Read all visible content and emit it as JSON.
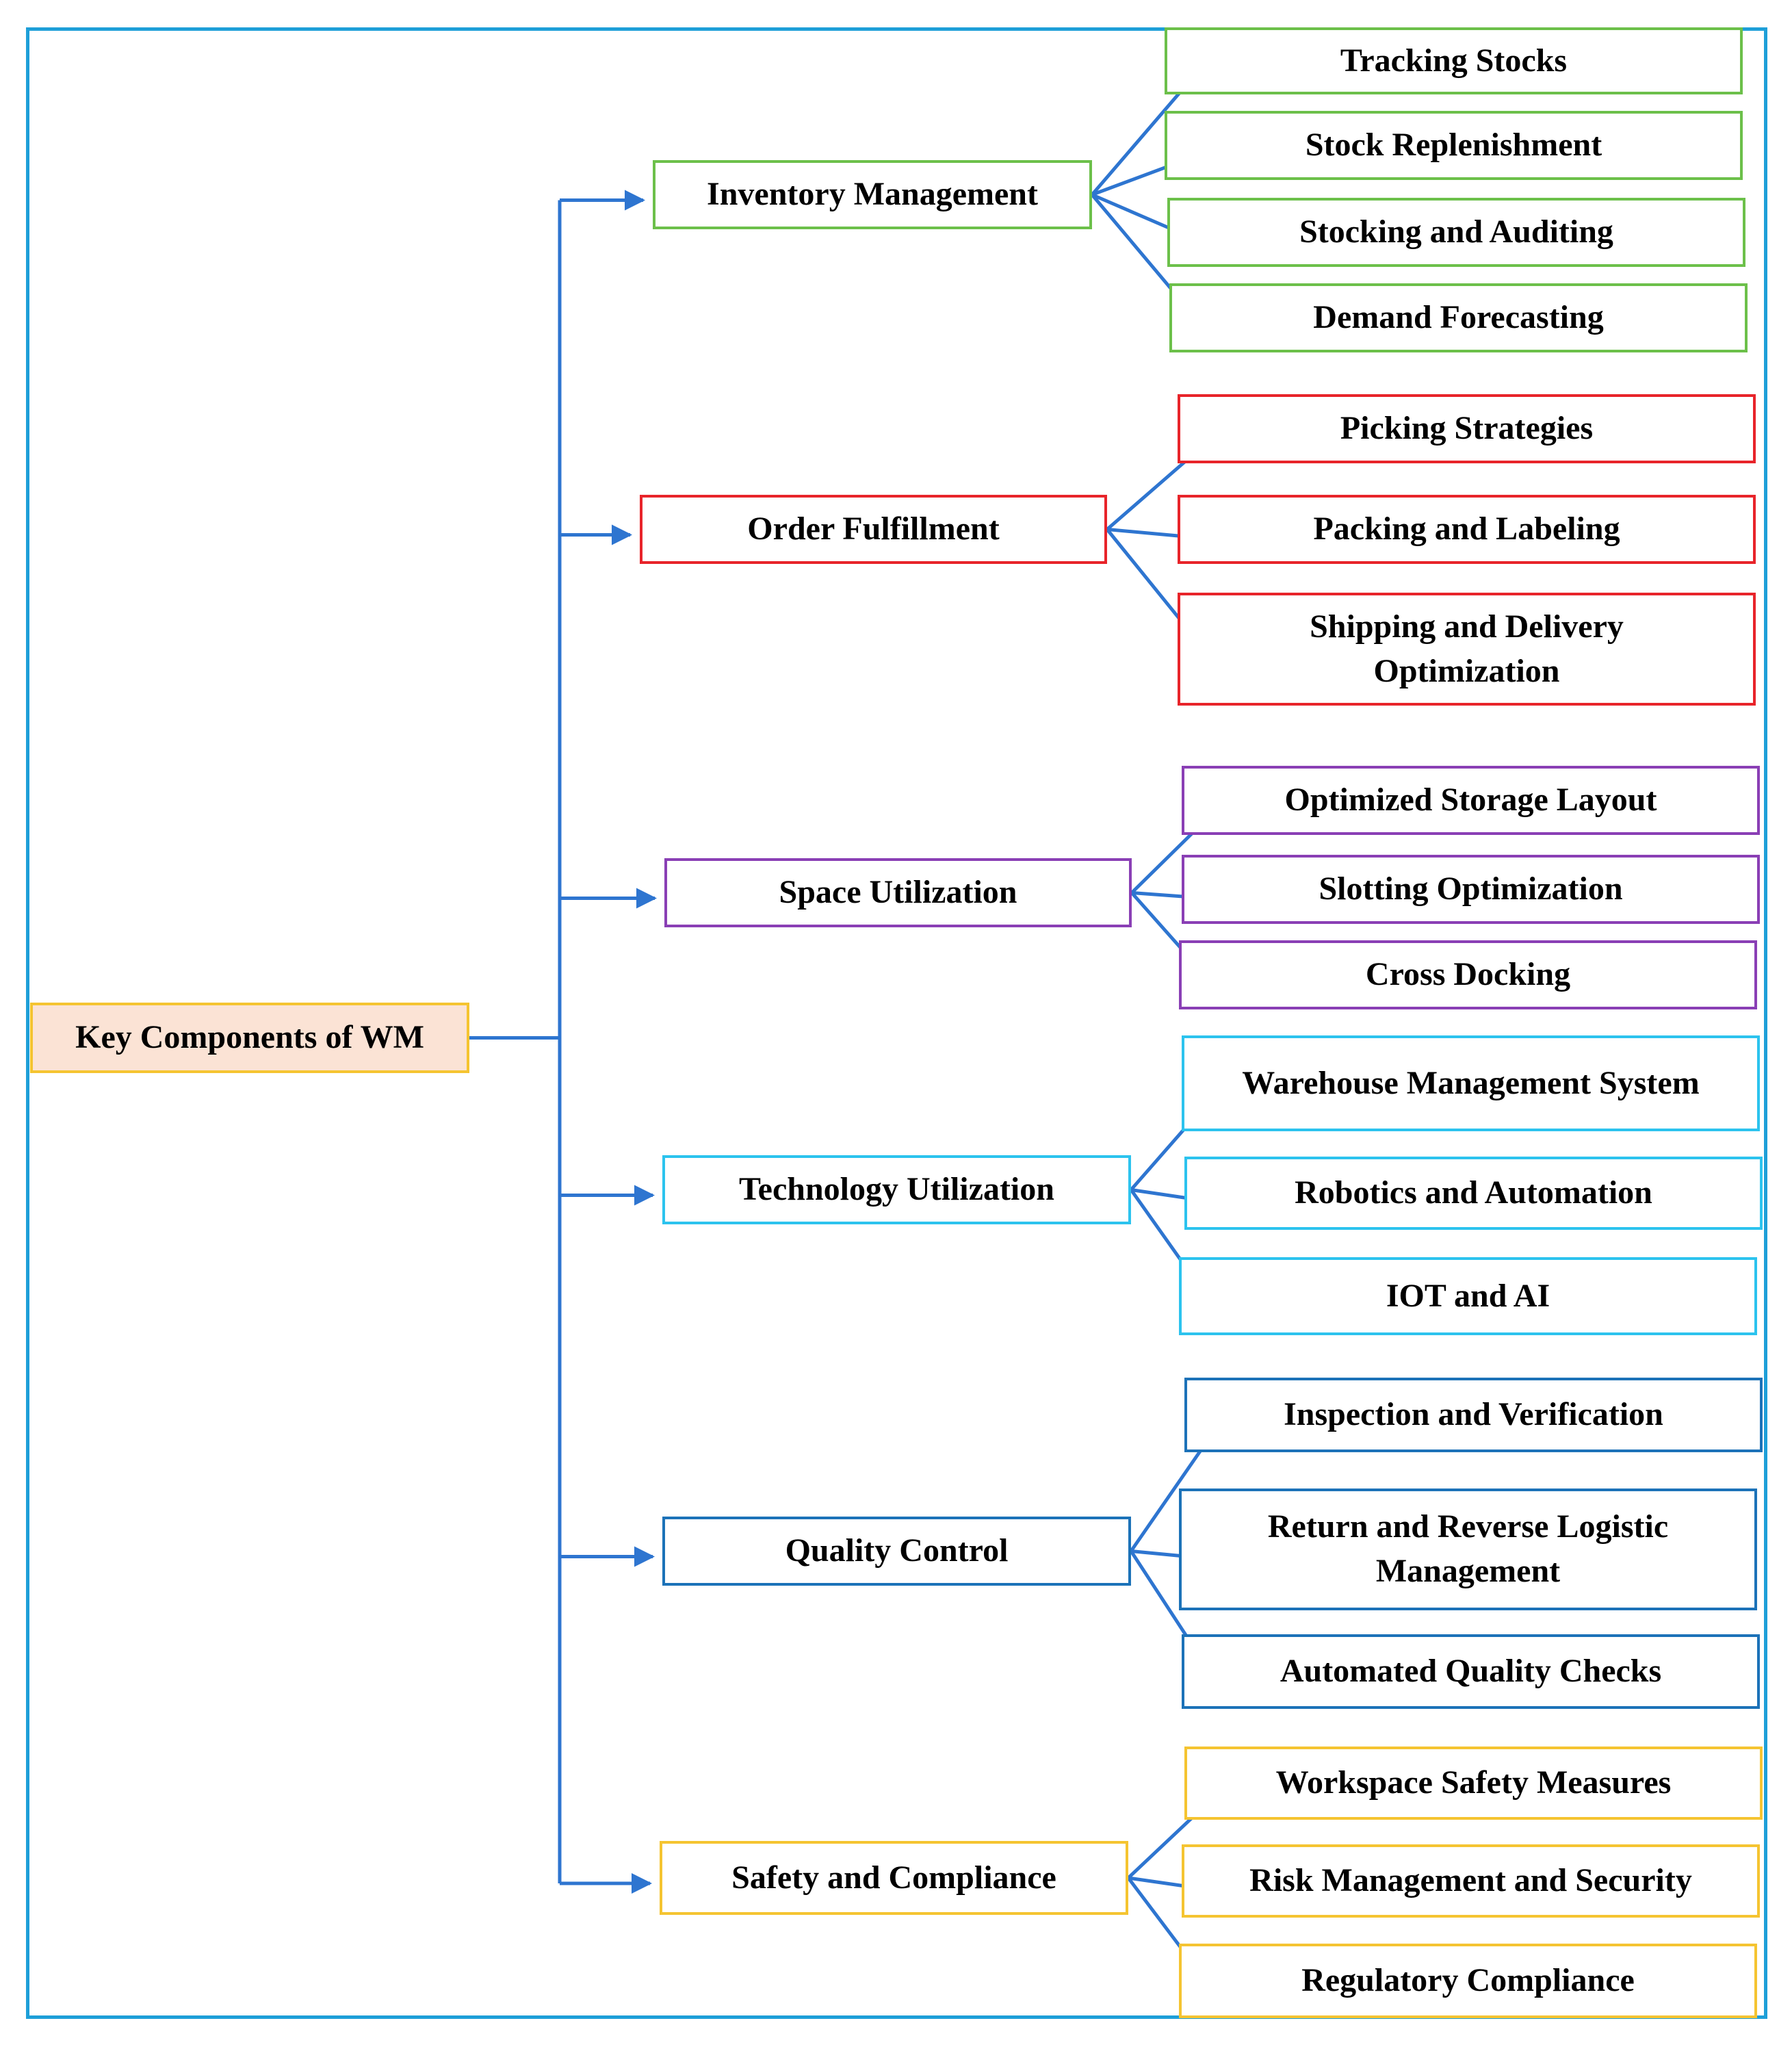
{
  "root": {
    "label": "Key Components of WM",
    "border": "#F5C431",
    "fill": "#FBE3D5"
  },
  "connector_color": "#2E75D0",
  "frame_color": "#1E9FD8",
  "categories": [
    {
      "id": "inventory-management",
      "label": "Inventory Management",
      "color": "#6CC04A",
      "children": [
        "Tracking Stocks",
        "Stock Replenishment",
        "Stocking and Auditing",
        "Demand Forecasting"
      ]
    },
    {
      "id": "order-fulfillment",
      "label": "Order Fulfillment",
      "color": "#E8242A",
      "children": [
        "Picking Strategies",
        "Packing and Labeling",
        "Shipping and Delivery\nOptimization"
      ]
    },
    {
      "id": "space-utilization",
      "label": "Space Utilization",
      "color": "#8A3FB5",
      "children": [
        "Optimized Storage Layout",
        "Slotting Optimization",
        "Cross Docking"
      ]
    },
    {
      "id": "technology-utilization",
      "label": "Technology Utilization",
      "color": "#2CC3EE",
      "children": [
        "Warehouse Management System",
        "Robotics and Automation",
        "IOT and AI"
      ]
    },
    {
      "id": "quality-control",
      "label": "Quality Control",
      "color": "#1C72B8",
      "children": [
        "Inspection and Verification",
        "Return and Reverse Logistic\nManagement",
        "Automated Quality Checks"
      ]
    },
    {
      "id": "safety-and-compliance",
      "label": "Safety and Compliance",
      "color": "#F5C431",
      "children": [
        "Workspace Safety Measures",
        "Risk Management and Security",
        "Regulatory Compliance"
      ]
    }
  ]
}
